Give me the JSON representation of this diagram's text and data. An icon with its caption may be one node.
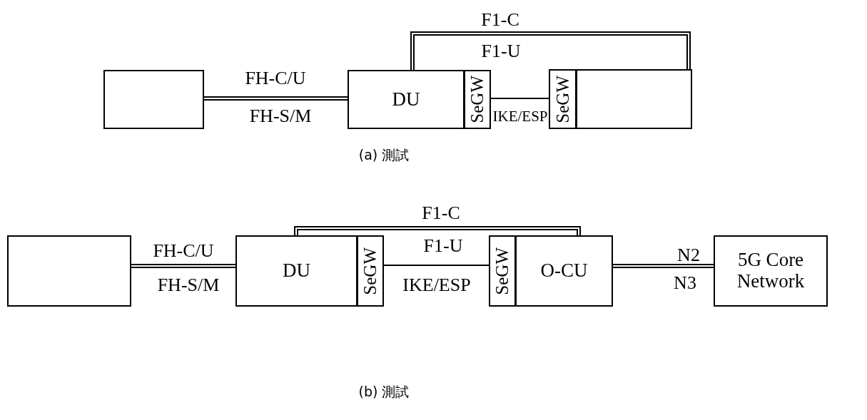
{
  "diagram": {
    "nodes": [
      {
        "text": [],
        "shape": "box"
      },
      {
        "text": [
          "DU"
        ]
      },
      {
        "text": [
          "SeGW"
        ]
      },
      {
        "text": [
          "SeGW"
        ]
      },
      {
        "text": [],
        "shape": "box"
      },
      {
        "text": [],
        "shape": "box"
      },
      {
        "text": [
          "DU"
        ]
      },
      {
        "text": [
          "SeGW"
        ]
      },
      {
        "text": [
          "SeGW"
        ]
      },
      {
        "text": [
          "O-CU"
        ]
      },
      {
        "text": [
          "5G Core Network"
        ]
      }
    ],
    "edges": [
      {
        "from": 0,
        "to": 1,
        "arrow": "none",
        "label": "FH-C/U"
      },
      {
        "from": 0,
        "to": 1,
        "arrow": "none",
        "label": "FH-S/M"
      },
      {
        "from": 1,
        "to": 4,
        "arrow": "none",
        "label": "F1-C"
      },
      {
        "from": 1,
        "to": 4,
        "arrow": "none",
        "label": "F1-U"
      },
      {
        "from": 2,
        "to": 3,
        "arrow": "none",
        "label": "IKE/ESP"
      },
      {
        "from": 5,
        "to": 6,
        "arrow": "none",
        "label": "FH-C/U"
      },
      {
        "from": 5,
        "to": 6,
        "arrow": "none",
        "label": "FH-S/M"
      },
      {
        "from": 6,
        "to": 9,
        "arrow": "none",
        "label": "F1-C"
      },
      {
        "from": 6,
        "to": 9,
        "arrow": "none",
        "label": "F1-U"
      },
      {
        "from": 7,
        "to": 8,
        "arrow": "none",
        "label": "IKE/ESP"
      },
      {
        "from": 9,
        "to": 10,
        "arrow": "none",
        "label": "N2"
      },
      {
        "from": 9,
        "to": 10,
        "arrow": "none",
        "label": "N3"
      }
    ],
    "labels": [
      "(a) 測試",
      "(b) 測試"
    ]
  }
}
